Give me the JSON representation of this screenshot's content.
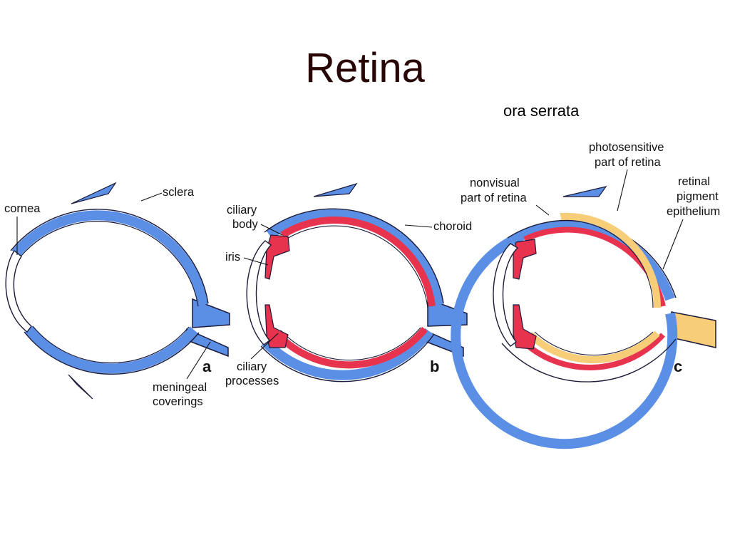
{
  "slide": {
    "title": "Retina",
    "caption": "ora serrata"
  },
  "figure": {
    "colors": {
      "sclera": "#5b8fe6",
      "choroid": "#e8334f",
      "retina": "#f7cd78",
      "outline": "#1b1b3a"
    },
    "panels": {
      "a": {
        "letter": "a",
        "labels": {
          "sclera": "sclera",
          "cornea": "cornea",
          "meningeal_1": "meningeal",
          "meningeal_2": "coverings"
        }
      },
      "b": {
        "letter": "b",
        "labels": {
          "ciliary_body_1": "ciliary",
          "ciliary_body_2": "body",
          "iris": "iris",
          "choroid": "choroid",
          "ciliary_processes_1": "ciliary",
          "ciliary_processes_2": "processes"
        }
      },
      "c": {
        "letter": "c",
        "labels": {
          "nonvisual_1": "nonvisual",
          "nonvisual_2": "part of retina",
          "photosensitive_1": "photosensitive",
          "photosensitive_2": "part of retina",
          "pigment_1": "retinal",
          "pigment_2": "pigment",
          "pigment_3": "epithelium"
        }
      }
    }
  }
}
